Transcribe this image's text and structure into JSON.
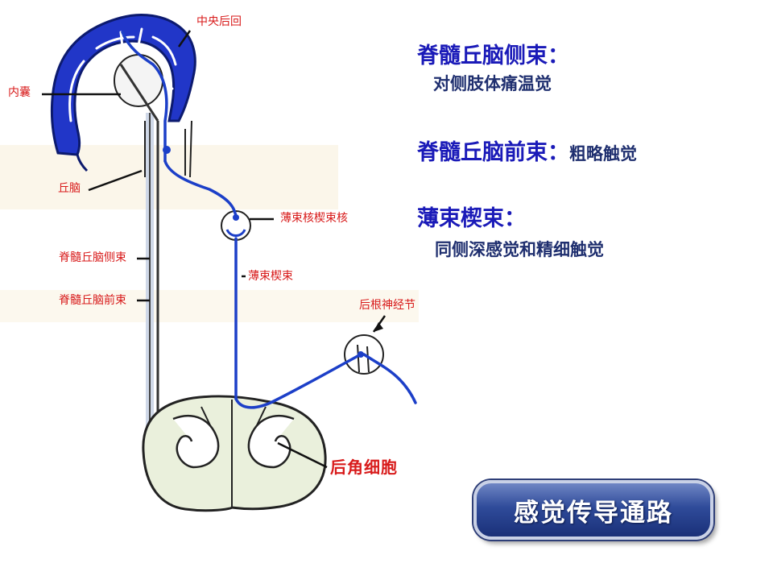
{
  "labels": {
    "postcentral_gyrus": "中央后回",
    "internal_capsule": "内囊",
    "thalamus": "丘脑",
    "lateral_spinothalamic_tract": "脊髓丘脑侧束",
    "anterior_spinothalamic_tract": "脊髓丘脑前束",
    "gracile_cuneate_nucleus": "薄束核楔束核",
    "gracile_cuneate_fasciculus": "薄束楔束",
    "dorsal_root_ganglion": "后根神经节",
    "posterior_horn_cell": "后角细胞"
  },
  "descriptions": [
    {
      "tract": "脊髓丘脑侧束：",
      "function": "对侧肢体痛温觉"
    },
    {
      "tract": "脊髓丘脑前束：",
      "function": "粗略触觉"
    },
    {
      "tract": "薄束楔束：",
      "function": "同侧深感觉和精细触觉"
    }
  ],
  "title_button": {
    "label": "感觉传导通路"
  },
  "colors": {
    "label_red": "#d81a1a",
    "tract_blue": "#1a1ab8",
    "function_navy": "#1f2f6f",
    "pathway_blue": "#1c3fc8",
    "button_blue": "#2f4b9a"
  }
}
